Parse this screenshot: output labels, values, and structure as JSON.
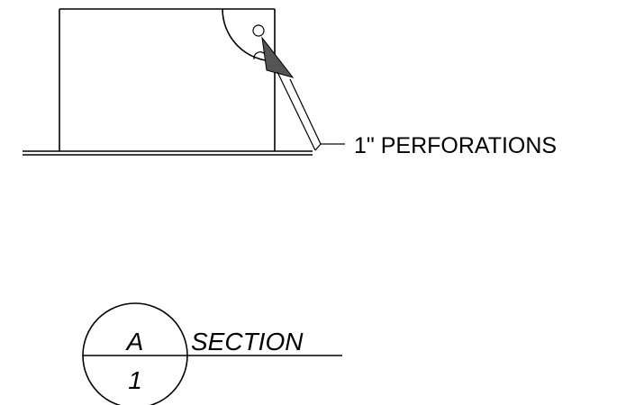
{
  "callout": {
    "label": "1\" PERFORATIONS"
  },
  "section_tag": {
    "letter": "A",
    "number": "1",
    "title": "SECTION"
  },
  "colors": {
    "line": "#000000",
    "leader_fill": "#555555",
    "background": "#ffffff"
  }
}
